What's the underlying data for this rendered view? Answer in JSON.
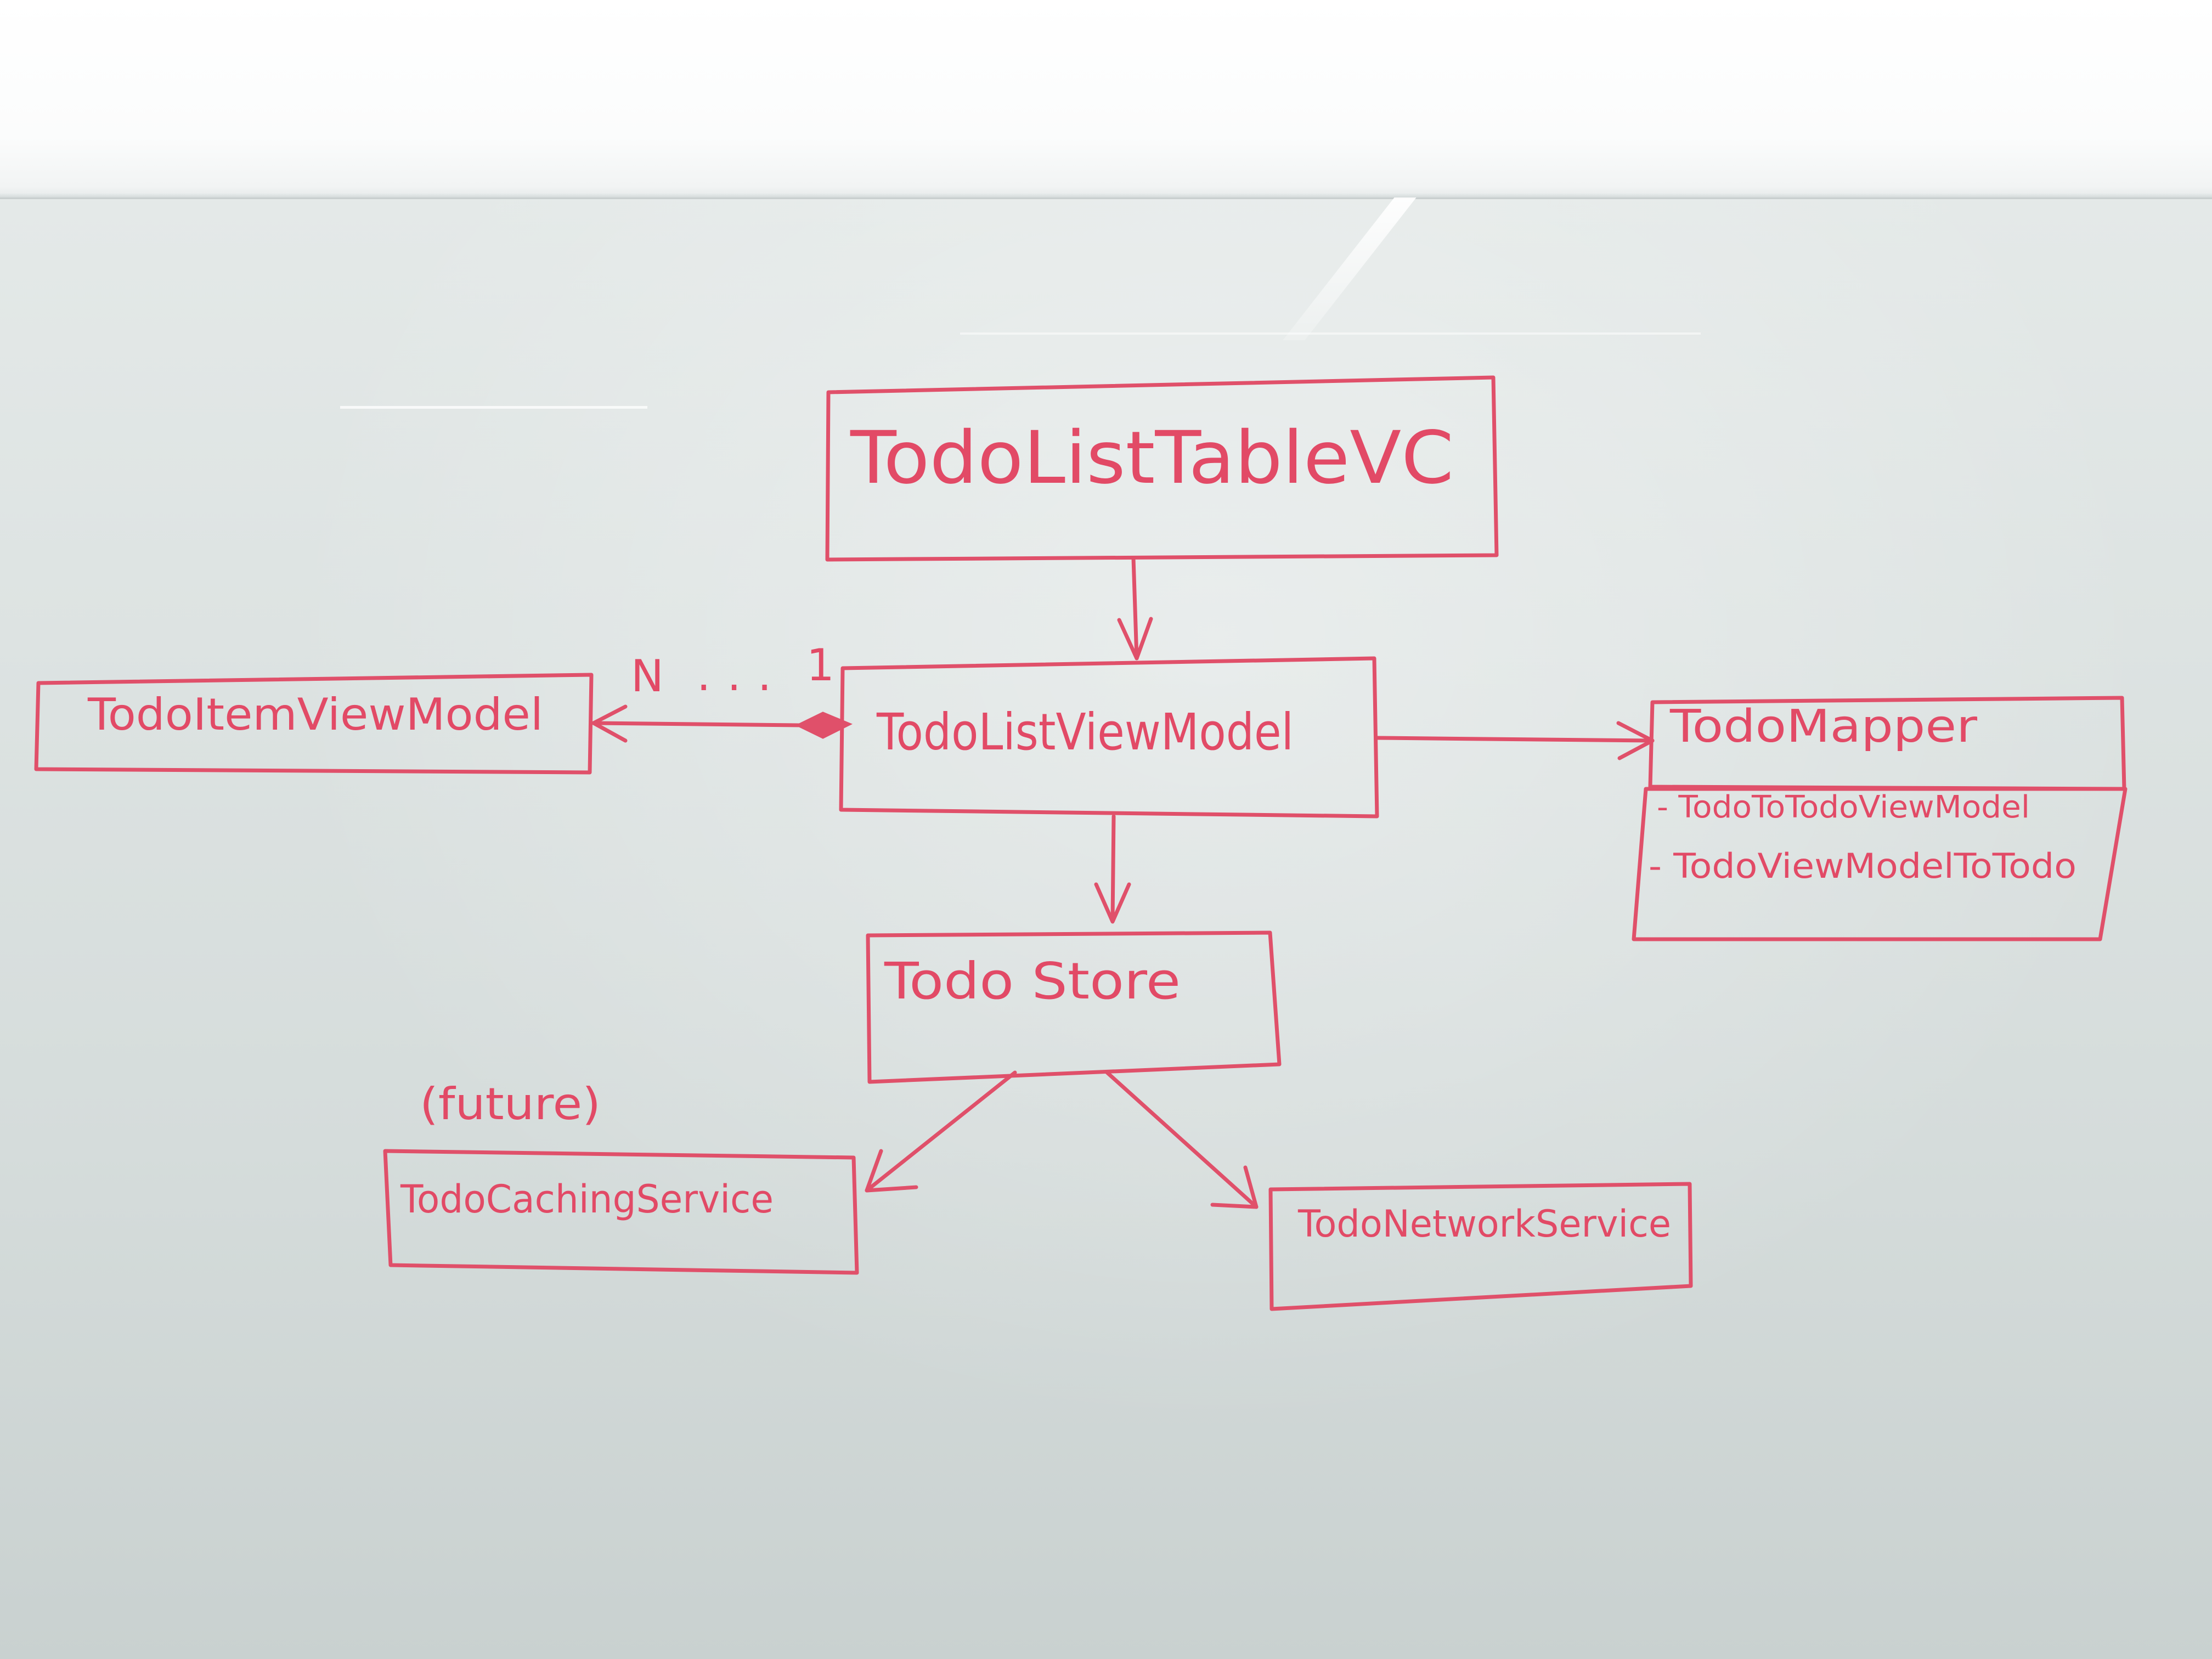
{
  "diagram": {
    "nodes": {
      "table_vc": {
        "label": "TodoListTableVC"
      },
      "list_vm": {
        "label": "TodoListViewModel"
      },
      "item_vm": {
        "label": "TodoItemViewModel"
      },
      "mapper": {
        "label": "TodoMapper",
        "methods": [
          "- TodoToTodoViewModel",
          "- TodoViewModelToTodo"
        ]
      },
      "store": {
        "label": "Todo Store"
      },
      "caching": {
        "label": "TodoCachingService",
        "note": "(future)"
      },
      "network": {
        "label": "TodoNetworkService"
      }
    },
    "edges": [
      {
        "from": "TodoListTableVC",
        "to": "TodoListViewModel",
        "kind": "arrow"
      },
      {
        "from": "TodoListViewModel",
        "to": "TodoItemViewModel",
        "kind": "composition",
        "multiplicity_source": "1",
        "multiplicity_target": "N",
        "ellipsis": "..."
      },
      {
        "from": "TodoListViewModel",
        "to": "TodoMapper",
        "kind": "arrow"
      },
      {
        "from": "TodoListViewModel",
        "to": "Todo Store",
        "kind": "arrow"
      },
      {
        "from": "Todo Store",
        "to": "TodoCachingService",
        "kind": "arrow"
      },
      {
        "from": "Todo Store",
        "to": "TodoNetworkService",
        "kind": "arrow"
      }
    ],
    "ink_color": "#e24a66"
  }
}
